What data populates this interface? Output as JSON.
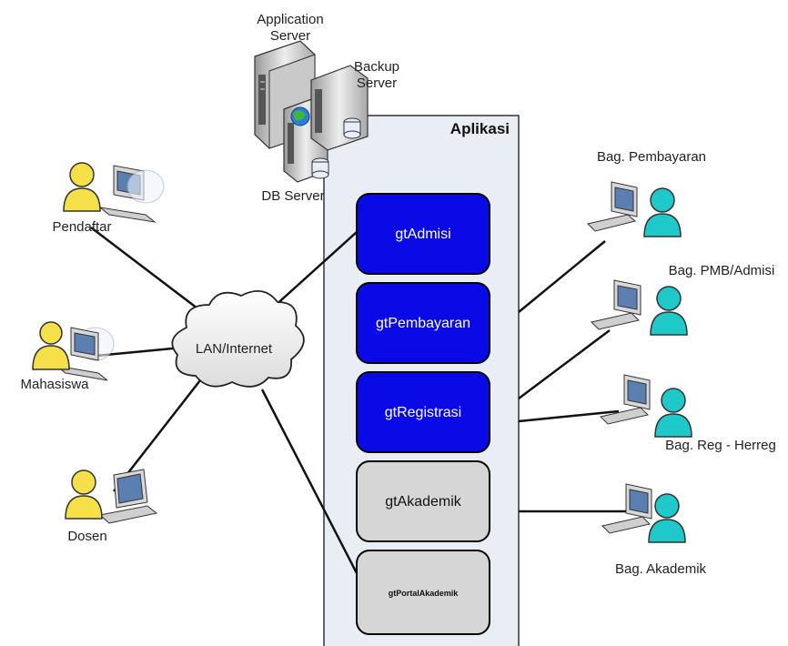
{
  "servers": {
    "application": [
      "Application",
      "Server"
    ],
    "backup": [
      "Backup",
      "Server"
    ],
    "db": "DB Server"
  },
  "network": {
    "label": "LAN/Internet"
  },
  "app_box": {
    "title": "Aplikasi",
    "modules": [
      {
        "label": "gtAdmisi",
        "style": "blue"
      },
      {
        "label": "gtPembayaran",
        "style": "blue"
      },
      {
        "label": "gtRegistrasi",
        "style": "blue"
      },
      {
        "label": "gtAkademik",
        "style": "gray"
      },
      {
        "label": "gtPortalAkademik",
        "style": "gray"
      }
    ]
  },
  "left_users": [
    "Pendaftar",
    "Mahasiswa",
    "Dosen"
  ],
  "right_users": [
    "Bag. Pembayaran",
    "Bag. PMB/Admisi",
    "Bag. Reg - Herreg",
    "Bag. Akademik"
  ],
  "colors": {
    "module_blue": "#0a0ae6",
    "module_gray": "#d6d6d6",
    "app_box_fill": "#e9eef5",
    "user_left": "#f6e04a",
    "user_right": "#1fc9c9"
  }
}
